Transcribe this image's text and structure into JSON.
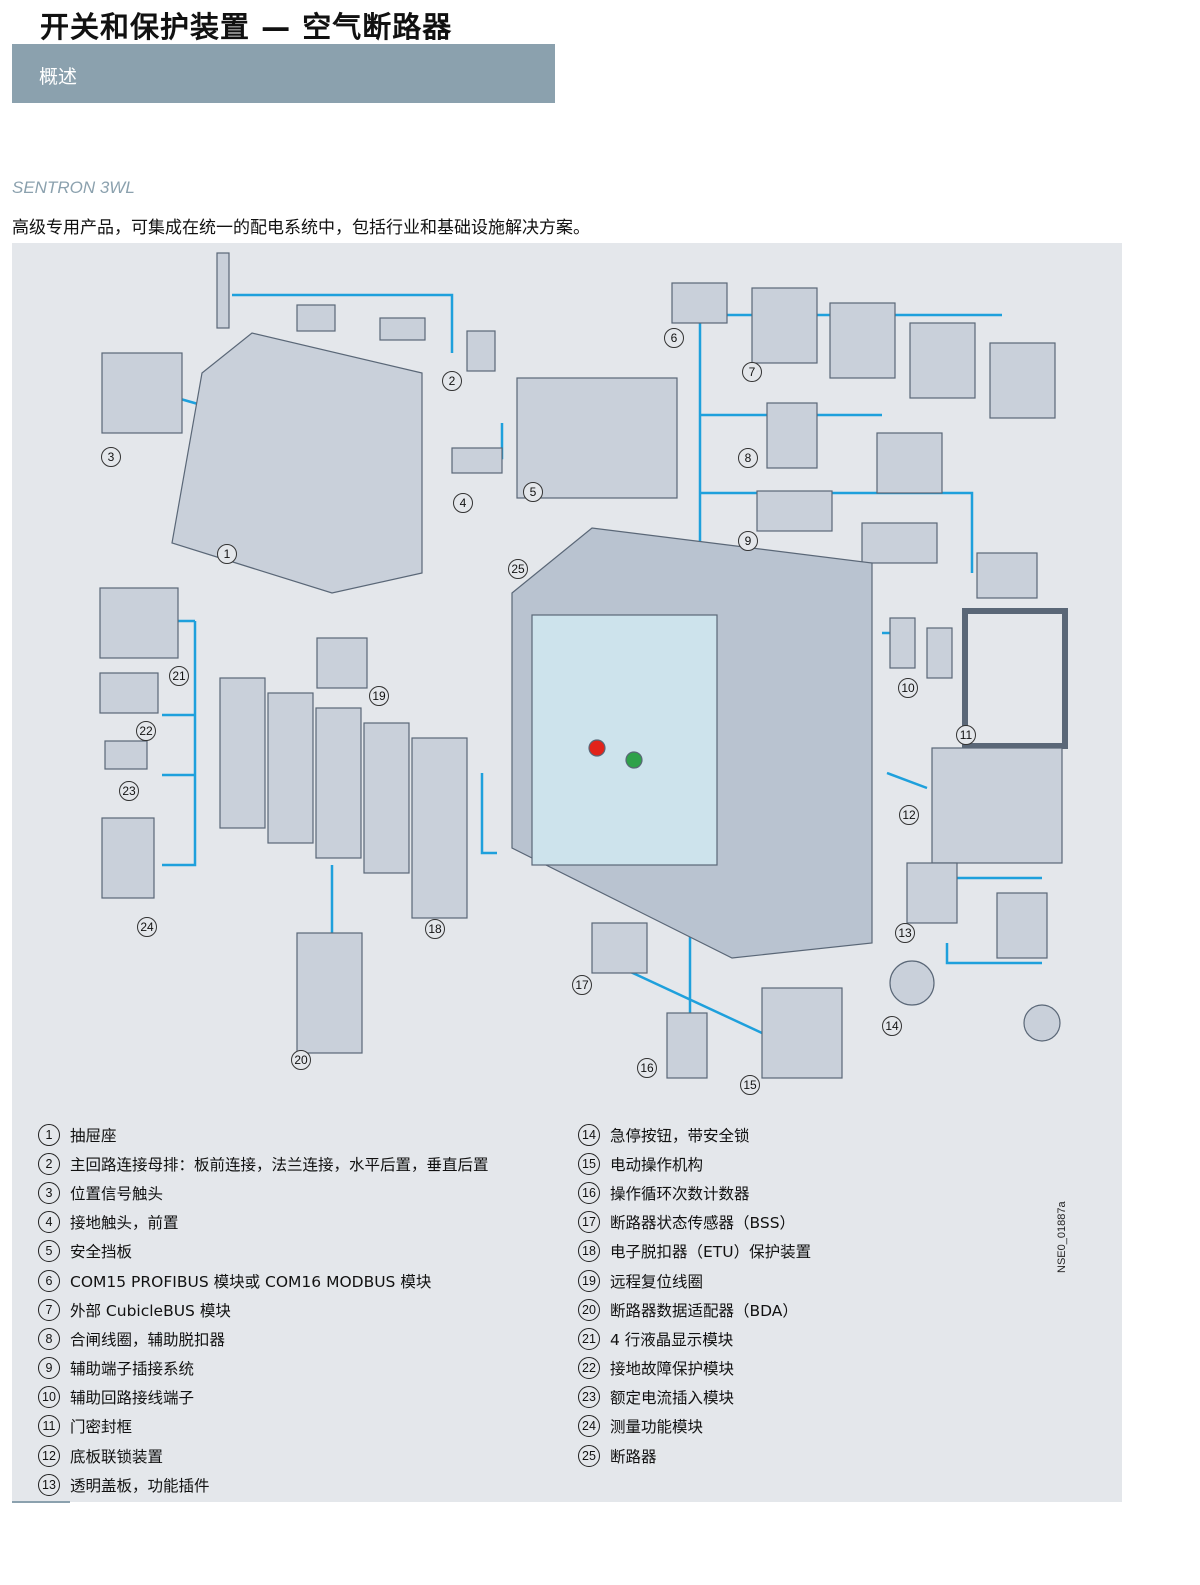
{
  "header": {
    "title": "开关和保护装置 — 空气断路器",
    "section": "概述"
  },
  "product": {
    "name": "SENTRON 3WL",
    "intro": "高级专用产品，可集成在统一的配电系统中，包括行业和基础设施解决方案。"
  },
  "figure": {
    "code": "NSE0_01887a",
    "accent": "#1ea0dc",
    "callouts": [
      "1",
      "2",
      "3",
      "4",
      "5",
      "6",
      "7",
      "8",
      "9",
      "10",
      "11",
      "12",
      "13",
      "14",
      "15",
      "16",
      "17",
      "18",
      "19",
      "20",
      "21",
      "22",
      "23",
      "24",
      "25"
    ]
  },
  "legend": {
    "left": [
      {
        "num": "1",
        "text": "抽屉座"
      },
      {
        "num": "2",
        "text": "主回路连接母排：板前连接，法兰连接，水平后置，垂直后置"
      },
      {
        "num": "3",
        "text": "位置信号触头"
      },
      {
        "num": "4",
        "text": "接地触头，前置"
      },
      {
        "num": "5",
        "text": "安全挡板"
      },
      {
        "num": "6",
        "text": "COM15 PROFIBUS 模块或 COM16 MODBUS 模块"
      },
      {
        "num": "7",
        "text": "外部 CubicleBUS 模块"
      },
      {
        "num": "8",
        "text": "合闸线圈，辅助脱扣器"
      },
      {
        "num": "9",
        "text": "辅助端子插接系统"
      },
      {
        "num": "10",
        "text": "辅助回路接线端子"
      },
      {
        "num": "11",
        "text": "门密封框"
      },
      {
        "num": "12",
        "text": "底板联锁装置"
      },
      {
        "num": "13",
        "text": "透明盖板，功能插件"
      }
    ],
    "right": [
      {
        "num": "14",
        "text": "急停按钮，带安全锁"
      },
      {
        "num": "15",
        "text": "电动操作机构"
      },
      {
        "num": "16",
        "text": "操作循环次数计数器"
      },
      {
        "num": "17",
        "text": "断路器状态传感器（BSS）"
      },
      {
        "num": "18",
        "text": "电子脱扣器（ETU）保护装置"
      },
      {
        "num": "19",
        "text": "远程复位线圈"
      },
      {
        "num": "20",
        "text": "断路器数据适配器（BDA）"
      },
      {
        "num": "21",
        "text": "4 行液晶显示模块"
      },
      {
        "num": "22",
        "text": "接地故障保护模块"
      },
      {
        "num": "23",
        "text": "额定电流插入模块"
      },
      {
        "num": "24",
        "text": "测量功能模块"
      },
      {
        "num": "25",
        "text": "断路器"
      }
    ]
  }
}
